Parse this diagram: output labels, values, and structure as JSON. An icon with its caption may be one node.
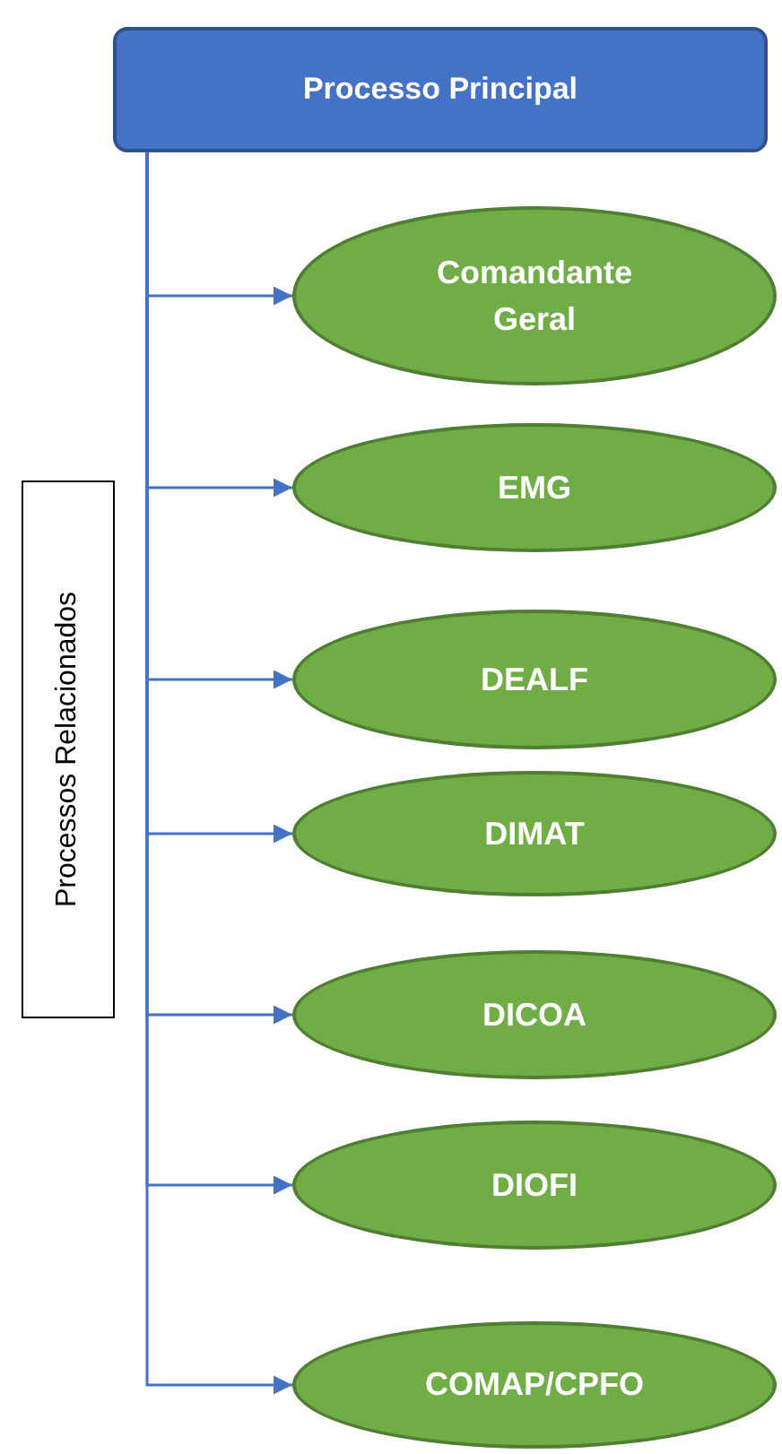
{
  "diagram": {
    "nodes": [
      {
        "text": [
          "Processo Principal"
        ]
      },
      {
        "text": [
          "Comandante Geral"
        ]
      },
      {
        "text": [
          "EMG"
        ]
      },
      {
        "text": [
          "DEALF"
        ]
      },
      {
        "text": [
          "DIMAT"
        ]
      },
      {
        "text": [
          "DICOA"
        ]
      },
      {
        "text": [
          "DIOFI"
        ]
      },
      {
        "text": [
          "COMAP/CPFO"
        ]
      },
      {
        "text": [
          "Processos Relacionados"
        ]
      }
    ],
    "edges": [
      {
        "from": 0,
        "to": 1,
        "arrow": "to"
      },
      {
        "from": 0,
        "to": 2,
        "arrow": "to"
      },
      {
        "from": 0,
        "to": 3,
        "arrow": "to"
      },
      {
        "from": 0,
        "to": 4,
        "arrow": "to"
      },
      {
        "from": 0,
        "to": 5,
        "arrow": "to"
      },
      {
        "from": 0,
        "to": 6,
        "arrow": "to"
      },
      {
        "from": 0,
        "to": 7,
        "arrow": "to"
      }
    ]
  }
}
